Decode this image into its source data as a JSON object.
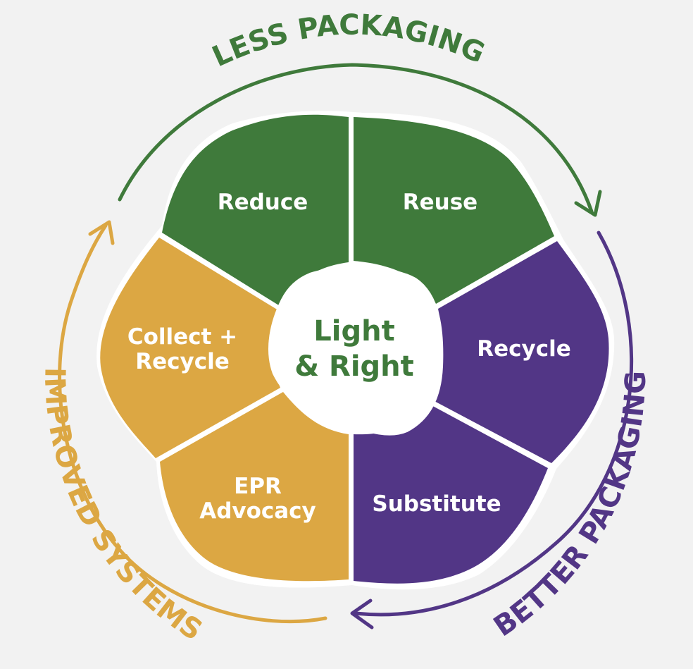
{
  "colors": {
    "background": "#f2f2f2",
    "green": "#3f7a3b",
    "purple": "#523686",
    "gold": "#dca743",
    "white": "#ffffff"
  },
  "center": {
    "line1": "Light",
    "line2": "& Right"
  },
  "segments": {
    "reduce": {
      "label": "Reduce"
    },
    "reuse": {
      "label": "Reuse"
    },
    "recycle": {
      "label": "Recycle"
    },
    "substitute": {
      "label": "Substitute"
    },
    "epr": {
      "line1": "EPR",
      "line2": "Advocacy"
    },
    "collect": {
      "line1": "Collect +",
      "line2": "Recycle"
    }
  },
  "cycle": {
    "less_packaging": "LESS PACKAGING",
    "better_packaging": "BETTER PACKAGING",
    "improved_systems": "IMPROVED SYSTEMS"
  }
}
